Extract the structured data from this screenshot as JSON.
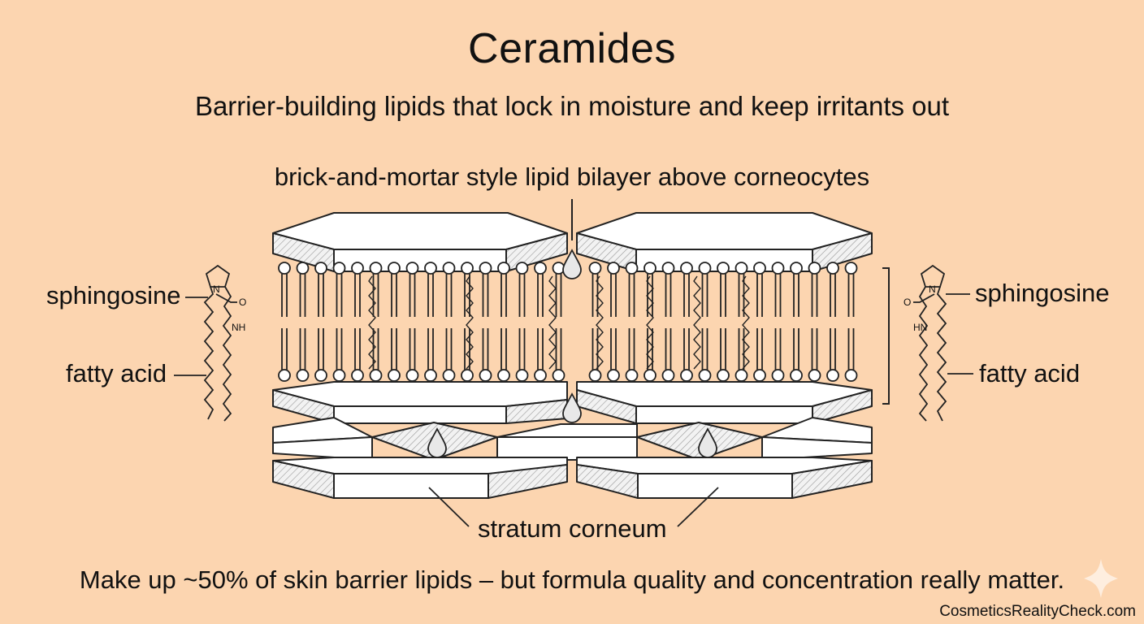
{
  "header": {
    "title": "Ceramides",
    "subtitle": "Barrier-building lipids that lock in moisture and keep irritants out"
  },
  "diagram": {
    "top_callout": "brick-and-mortar style lipid bilayer above corneocytes",
    "left_labels": {
      "head": "sphingosine",
      "tail": "fatty acid"
    },
    "right_labels": {
      "head": "sphingosine",
      "tail": "fatty acid"
    },
    "bottom_label": "stratum corneum",
    "molecule_atoms": {
      "nitrogen": "N",
      "oxygen": "O",
      "amine": "NH",
      "amine_right": "HN"
    }
  },
  "footer": {
    "note": "Make up ~50% of skin barrier lipids – but formula quality and concentration really matter.",
    "site": "CosmeticsRealityCheck.com"
  },
  "colors": {
    "background": "#fcd5b0",
    "brick_fill": "#ffffff",
    "line": "#222222"
  }
}
